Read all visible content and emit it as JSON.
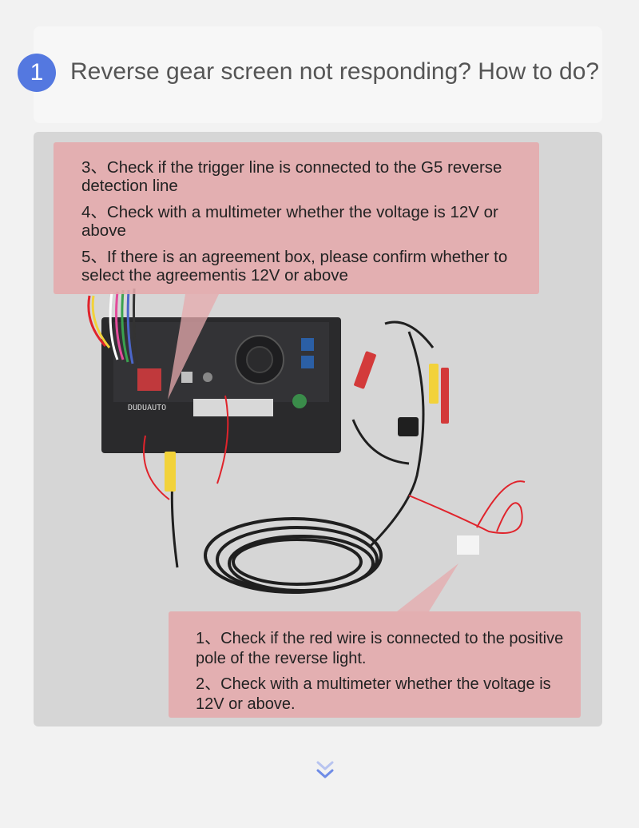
{
  "header": {
    "step_number": "1",
    "title": "Reverse gear screen not responding? How to do?"
  },
  "callout_top": {
    "items": [
      "3、Check if the trigger line is connected to the G5 reverse detection line",
      "4、Check with a multimeter whether the voltage is 12V or above",
      "5、If there is an agreement box, please confirm whether to select the agreementis 12V or above"
    ]
  },
  "callout_bottom": {
    "items": [
      "1、Check if the red wire is connected to the positive pole of the reverse light.",
      "2、Check with a multimeter whether the voltage is 12V or above."
    ]
  },
  "photo": {
    "unit_label": "DUDUAUTO"
  },
  "colors": {
    "accent": "#5478e0",
    "callout": "#e5aaac",
    "red_wire": "#e0232b",
    "yellow_plug": "#f2d23a"
  }
}
